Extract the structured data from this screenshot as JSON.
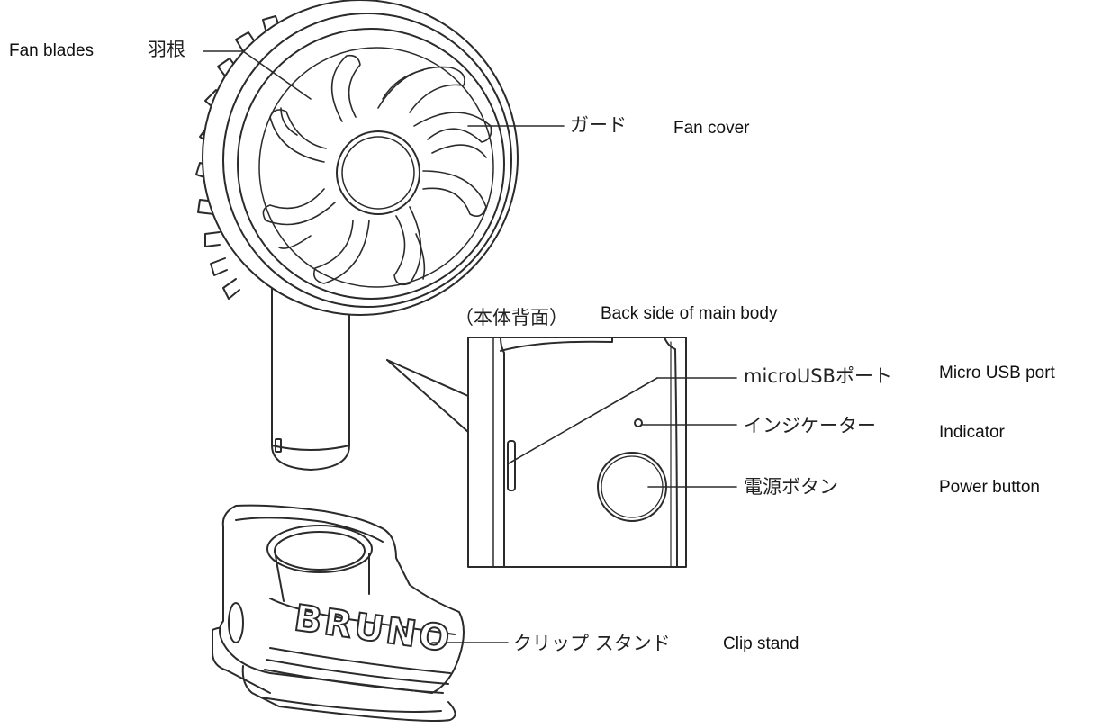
{
  "labels": {
    "fan_blades_jp": "羽根",
    "fan_blades_en": "Fan blades",
    "fan_cover_jp": "ガード",
    "fan_cover_en": "Fan cover",
    "back_side_jp": "（本体背面）",
    "back_side_en": "Back side of main body",
    "micro_usb_jp": "microUSBポート",
    "micro_usb_en": "Micro USB port",
    "indicator_jp": "インジケーター",
    "indicator_en": "Indicator",
    "power_jp": "電源ボタン",
    "power_en": "Power button",
    "clip_jp": "クリップ スタンド",
    "clip_en": "Clip stand",
    "brand": "BRUNO"
  },
  "colors": {
    "line": "#2b2b2b",
    "fill": "#ffffff",
    "text": "#1a1a1a"
  }
}
